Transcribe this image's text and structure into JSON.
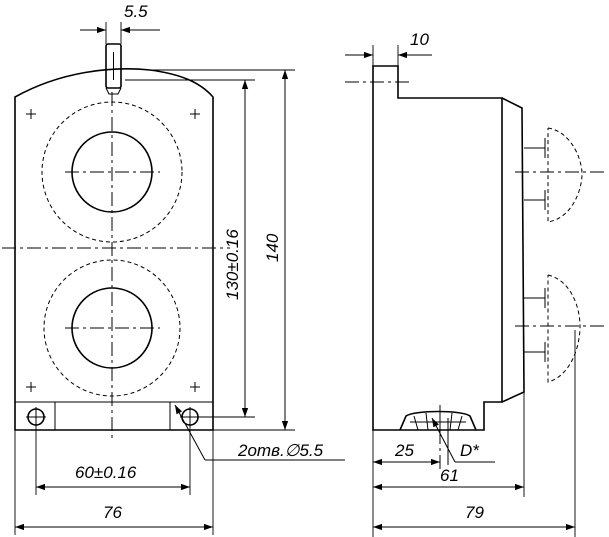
{
  "dimensions": {
    "pin_width": "5.5",
    "mount_spacing_vertical": "130±0.16",
    "total_height": "140",
    "mount_spacing_horizontal": "60±0.16",
    "front_width": "76",
    "holes": "2отв.∅5.5",
    "side_top": "10",
    "side_gland_offset": "25",
    "side_gland_diameter": "D*",
    "side_gland_position": "61",
    "side_depth": "79"
  }
}
